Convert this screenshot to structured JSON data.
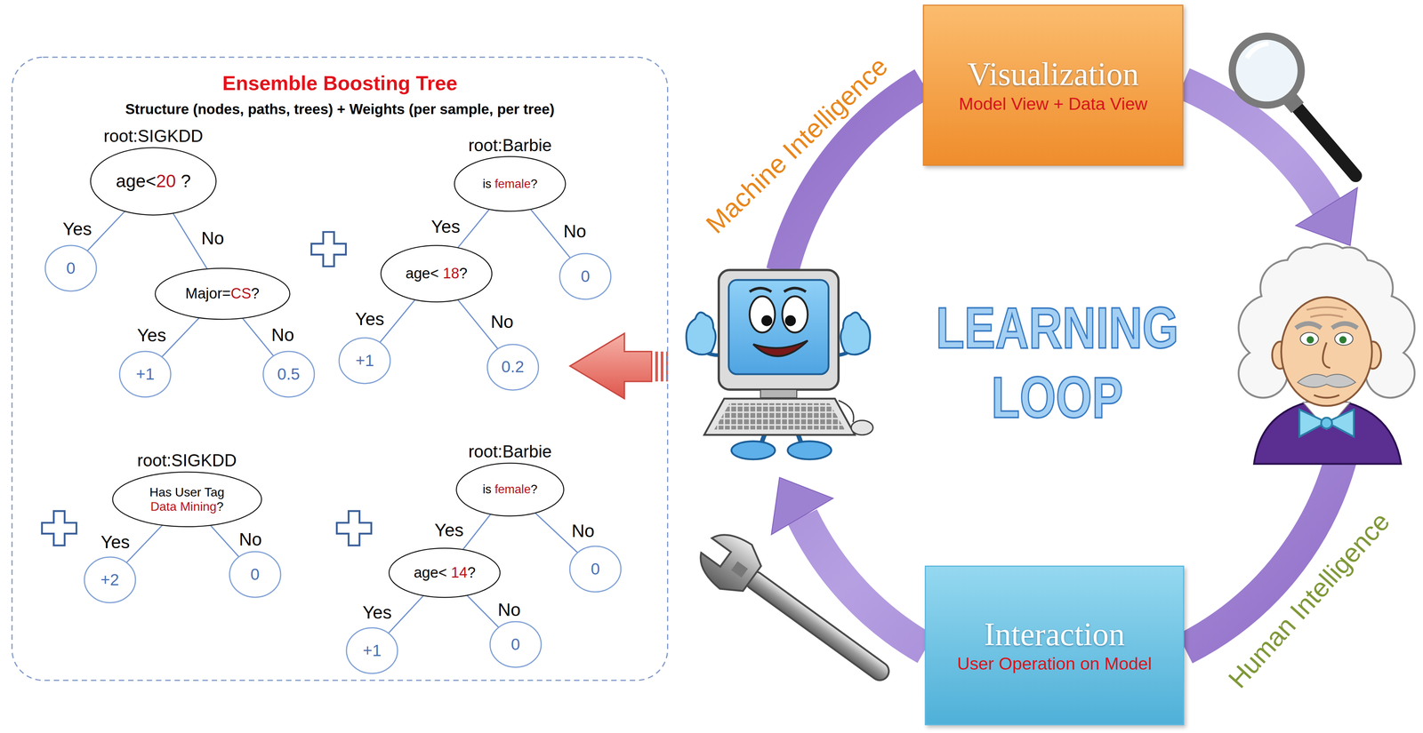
{
  "diagram": {
    "nodes": [
      {
        "text": [
          "Ensemble Boosting Tree",
          "Structure (nodes, paths, trees) + Weights (per sample, per tree)"
        ]
      },
      {
        "text": [
          "root:SIGKDD",
          "age<20 ?"
        ],
        "in": 0
      },
      {
        "text": [
          "0"
        ],
        "in": 0
      },
      {
        "text": [
          "Major=CS?"
        ],
        "in": 0
      },
      {
        "text": [
          "+1"
        ],
        "in": 0
      },
      {
        "text": [
          "0.5"
        ],
        "in": 0
      },
      {
        "text": [
          "root:Barbie",
          "is female?"
        ],
        "in": 0
      },
      {
        "text": [
          "age< 18?"
        ],
        "in": 0
      },
      {
        "text": [
          "0"
        ],
        "in": 0
      },
      {
        "text": [
          "+1"
        ],
        "in": 0
      },
      {
        "text": [
          "0.2"
        ],
        "in": 0
      },
      {
        "text": [
          "root:SIGKDD",
          "Has User Tag Data Mining?"
        ],
        "in": 0
      },
      {
        "text": [
          "+2"
        ],
        "in": 0
      },
      {
        "text": [
          "0"
        ],
        "in": 0
      },
      {
        "text": [
          "root:Barbie",
          "is female?"
        ],
        "in": 0
      },
      {
        "text": [
          "age< 14?"
        ],
        "in": 0
      },
      {
        "text": [
          "0"
        ],
        "in": 0
      },
      {
        "text": [
          "+1"
        ],
        "in": 0
      },
      {
        "text": [
          "0"
        ],
        "in": 0
      },
      {
        "text": [
          "Visualization",
          "Model View + Data View"
        ]
      },
      {
        "text": [
          "Interaction",
          "User Operation on Model"
        ]
      }
    ],
    "edges": [
      {
        "from": 1,
        "to": 2,
        "label": "Yes",
        "arrow": "none"
      },
      {
        "from": 1,
        "to": 3,
        "label": "No",
        "arrow": "none"
      },
      {
        "from": 3,
        "to": 4,
        "label": "Yes",
        "arrow": "none"
      },
      {
        "from": 3,
        "to": 5,
        "label": "No",
        "arrow": "none"
      },
      {
        "from": 6,
        "to": 7,
        "label": "Yes",
        "arrow": "none"
      },
      {
        "from": 6,
        "to": 8,
        "label": "No",
        "arrow": "none"
      },
      {
        "from": 7,
        "to": 9,
        "label": "Yes",
        "arrow": "none"
      },
      {
        "from": 7,
        "to": 10,
        "label": "No",
        "arrow": "none"
      },
      {
        "from": 11,
        "to": 12,
        "label": "Yes",
        "arrow": "none"
      },
      {
        "from": 11,
        "to": 13,
        "label": "No",
        "arrow": "none"
      },
      {
        "from": 14,
        "to": 15,
        "label": "Yes",
        "arrow": "none"
      },
      {
        "from": 14,
        "to": 16,
        "label": "No",
        "arrow": "none"
      },
      {
        "from": 15,
        "to": 17,
        "label": "Yes",
        "arrow": "none"
      },
      {
        "from": 15,
        "to": 18,
        "label": "No",
        "arrow": "none"
      }
    ],
    "labels": [
      "Machine Intelligence",
      "LEARNING LOOP",
      "Human Intelligence"
    ]
  }
}
